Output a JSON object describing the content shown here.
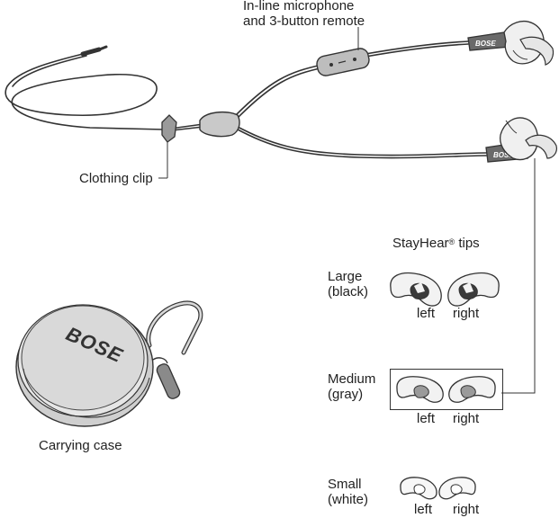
{
  "labels": {
    "mic_line1": "In-line microphone",
    "mic_line2": "and 3-button remote",
    "clip": "Clothing clip",
    "tips_title_main": "StayHear",
    "tips_title_reg": "®",
    "tips_title_rest": " tips",
    "case": "Carrying case"
  },
  "brand": "BOSE",
  "sizes": [
    {
      "name": "Large",
      "color": "(black)",
      "left": "left",
      "right": "right"
    },
    {
      "name": "Medium",
      "color": "(gray)",
      "left": "left",
      "right": "right"
    },
    {
      "name": "Small",
      "color": "(white)",
      "left": "left",
      "right": "right"
    }
  ],
  "colors": {
    "line": "#333333",
    "earbud_dark": "#555555",
    "case_fill": "#d9d9d9",
    "tip_black": "#3a3a3a",
    "tip_gray": "#9a9a9a"
  }
}
